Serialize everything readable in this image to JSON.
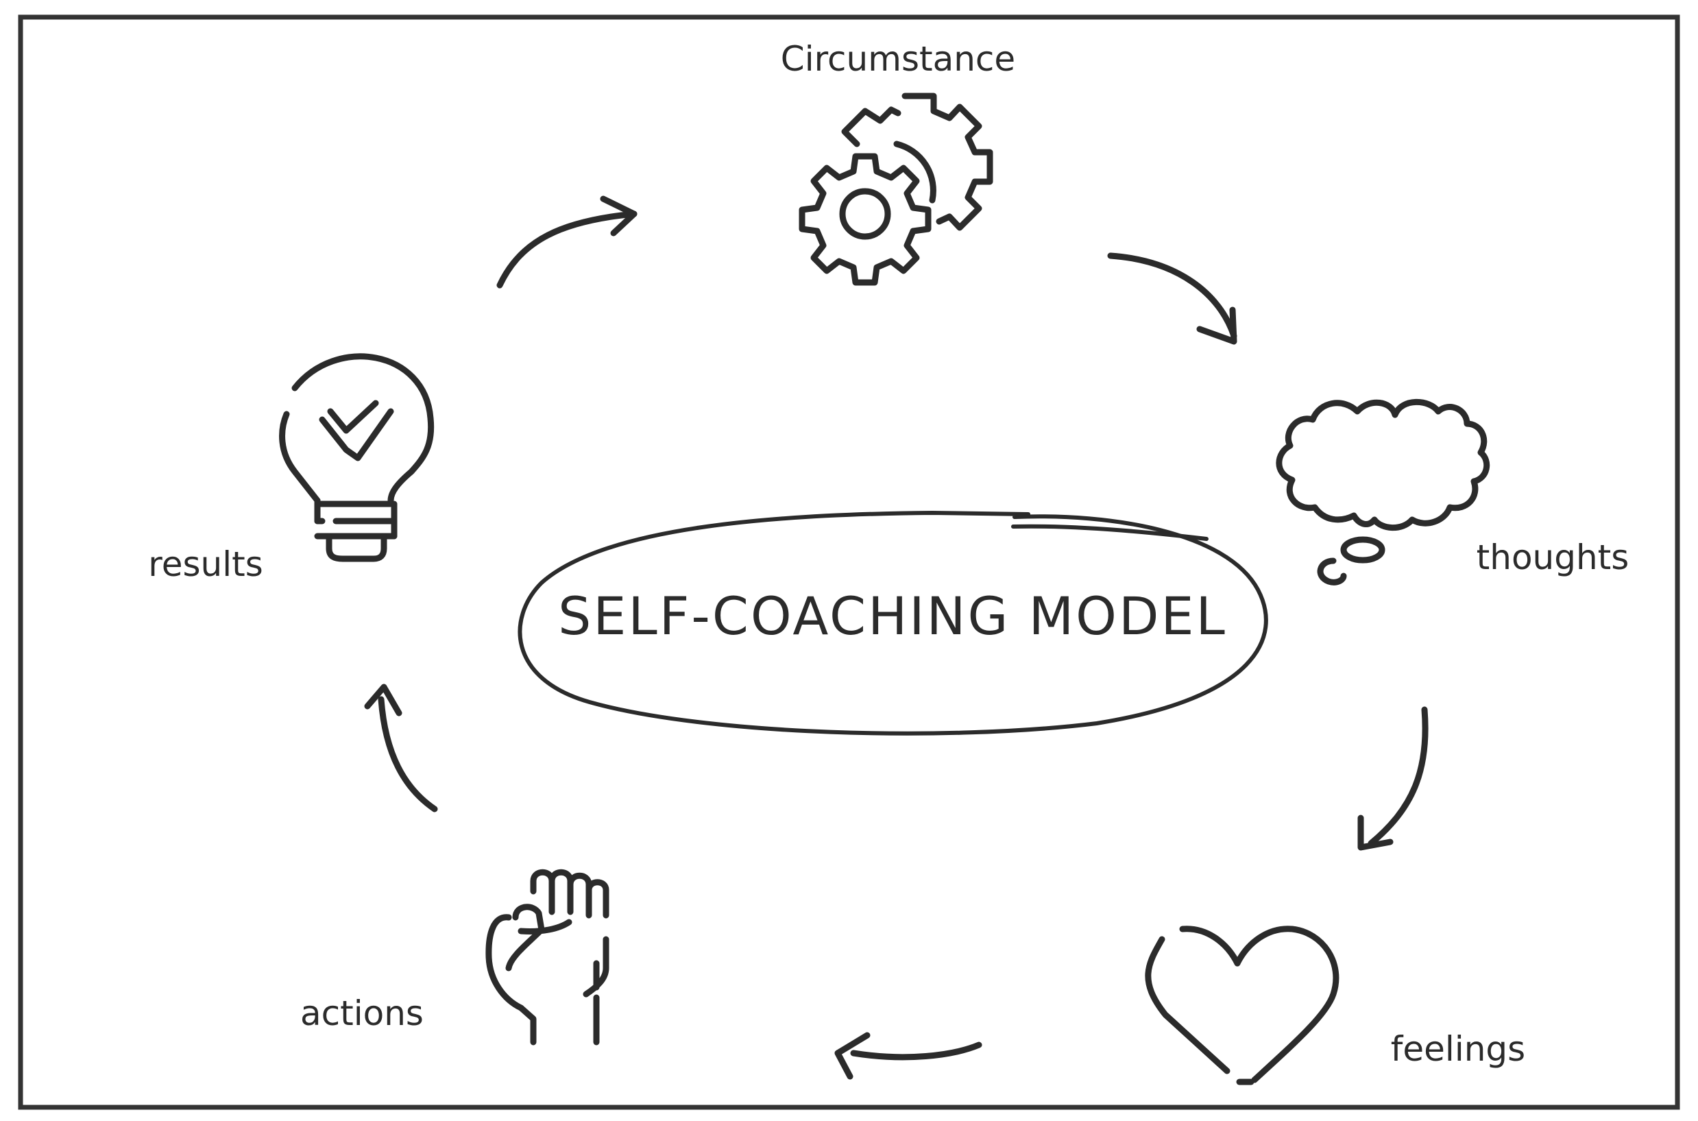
{
  "title": "SELF-COACHING MODEL",
  "nodes": [
    {
      "id": "circumstance",
      "label": "Circumstance",
      "icon": "gears-icon"
    },
    {
      "id": "thoughts",
      "label": "thoughts",
      "icon": "thought-cloud-icon"
    },
    {
      "id": "feelings",
      "label": "feelings",
      "icon": "heart-icon"
    },
    {
      "id": "actions",
      "label": "actions",
      "icon": "raised-fist-icon"
    },
    {
      "id": "results",
      "label": "results",
      "icon": "lightbulb-check-icon"
    }
  ],
  "edges": [
    {
      "from": "circumstance",
      "to": "thoughts"
    },
    {
      "from": "thoughts",
      "to": "feelings"
    },
    {
      "from": "feelings",
      "to": "actions"
    },
    {
      "from": "actions",
      "to": "results"
    },
    {
      "from": "results",
      "to": "circumstance"
    }
  ],
  "colors": {
    "ink": "#2b2b2b",
    "background": "#ffffff"
  }
}
